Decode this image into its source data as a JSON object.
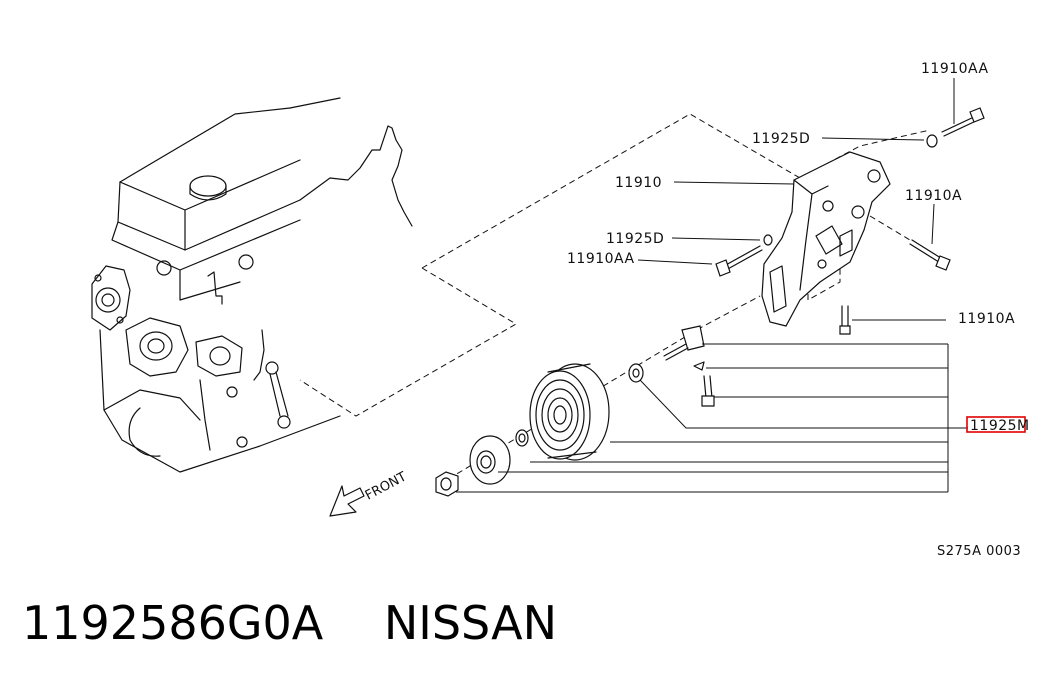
{
  "diagram": {
    "callouts": {
      "c_11910AA_top": "11910AA",
      "c_11925D_top": "11925D",
      "c_11910": "11910",
      "c_11910A_upper": "11910A",
      "c_11925D_mid": "11925D",
      "c_11910AA_mid": "11910AA",
      "c_11910A_lower": "11910A",
      "c_11925M": "11925M"
    },
    "front_label": "FRONT",
    "drawing_code": "S275A 0003",
    "highlight_color": "#e00000"
  },
  "footer": {
    "part_number": "1192586G0A",
    "brand": "NISSAN"
  }
}
